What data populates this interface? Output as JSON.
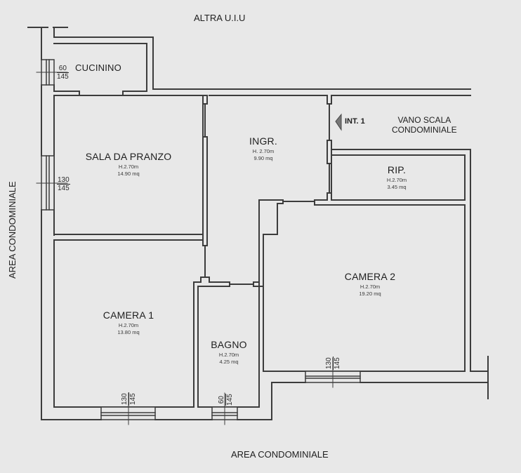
{
  "plan": {
    "background": "#e8e8e8",
    "wall_color": "#3c3c3c",
    "surroundings": {
      "top": "ALTRA U.I.U",
      "bottom": "AREA CONDOMINIALE",
      "left": "AREA CONDOMINIALE",
      "stairwell_line1": "VANO SCALA",
      "stairwell_line2": "CONDOMINIALE"
    },
    "entrance": {
      "icon": "entrance-arrow-icon",
      "label": "INT. 1"
    },
    "rooms": [
      {
        "id": "cucinino",
        "name": "CUCININO",
        "height": "",
        "area": ""
      },
      {
        "id": "sala",
        "name": "SALA DA PRANZO",
        "height": "H.2.70m",
        "area": "14.90 mq"
      },
      {
        "id": "ingr",
        "name": "INGR.",
        "height": "H. 2.70m",
        "area": "9.90 mq"
      },
      {
        "id": "rip",
        "name": "RIP.",
        "height": "H.2.70m",
        "area": "3.45 mq"
      },
      {
        "id": "camera2",
        "name": "CAMERA 2",
        "height": "H.2.70m",
        "area": "19.20 mq"
      },
      {
        "id": "camera1",
        "name": "CAMERA 1",
        "height": "H.2.70m",
        "area": "13.80 mq"
      },
      {
        "id": "bagno",
        "name": "BAGNO",
        "height": "H.2.70m",
        "area": "4.25 mq"
      }
    ],
    "windows": [
      {
        "id": "w-cucinino",
        "width": "60",
        "height": "145"
      },
      {
        "id": "w-sala",
        "width": "130",
        "height": "145"
      },
      {
        "id": "w-camera1",
        "width": "130",
        "height": "145"
      },
      {
        "id": "w-bagno",
        "width": "60",
        "height": "145"
      },
      {
        "id": "w-camera2",
        "width": "130",
        "height": "145"
      }
    ]
  }
}
